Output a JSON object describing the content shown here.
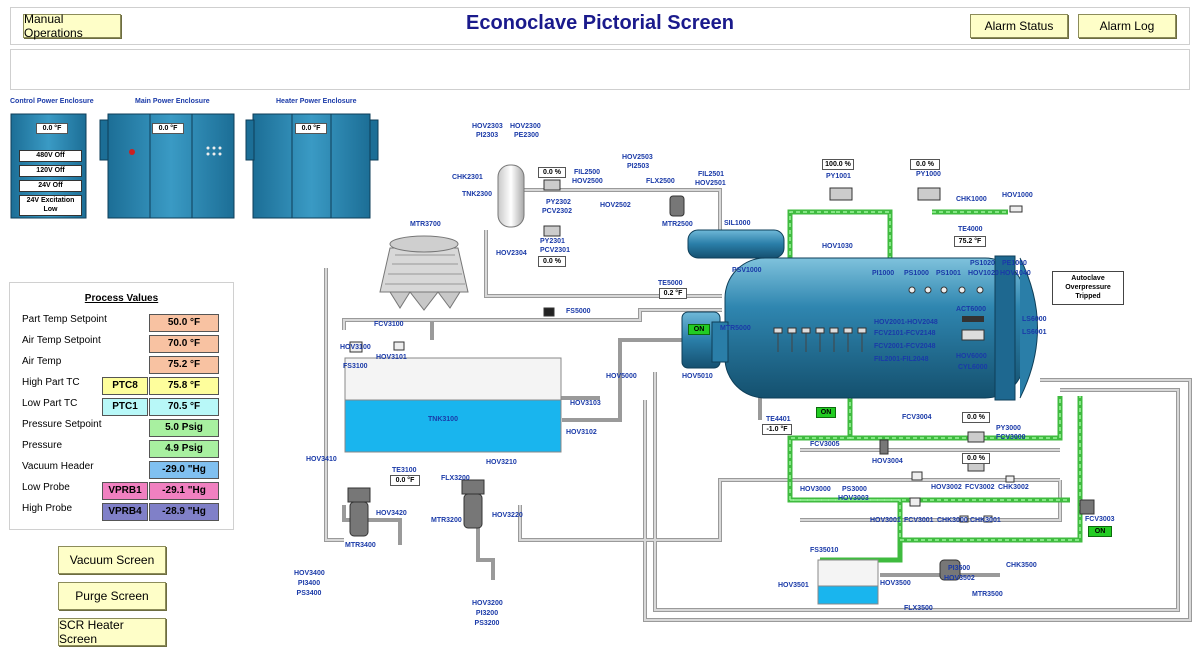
{
  "header": {
    "title": "Econoclave Pictorial Screen",
    "manual_ops": "Manual Operations",
    "alarm_status": "Alarm Status",
    "alarm_log": "Alarm Log"
  },
  "enclosures": {
    "control": {
      "title": "Control Power Enclosure",
      "temp": "0.0 °F",
      "status": [
        "480V Off",
        "120V Off",
        "24V Off",
        "24V Excitation Low"
      ]
    },
    "main": {
      "title": "Main Power Enclosure",
      "temp": "0.0 °F"
    },
    "heater": {
      "title": "Heater Power Enclosure",
      "temp": "0.0 °F"
    }
  },
  "process_values": {
    "title": "Process Values",
    "rows": [
      {
        "label": "Part Temp Setpoint",
        "value": "50.0 °F",
        "color": "#f8c2a2"
      },
      {
        "label": "Air Temp Setpoint",
        "value": "70.0 °F",
        "color": "#f8c2a2"
      },
      {
        "label": "Air Temp",
        "value": "75.2 °F",
        "color": "#f8c2a2"
      },
      {
        "label": "High Part TC",
        "tag": "PTC8",
        "tag_color": "#fefe9c",
        "value": "75.8 °F",
        "color": "#fefe9c"
      },
      {
        "label": "Low Part TC",
        "tag": "PTC1",
        "tag_color": "#b8f8f8",
        "value": "70.5 °F",
        "color": "#b8f8f8"
      },
      {
        "label": "Pressure Setpoint",
        "value": "5.0 Psig",
        "color": "#a8f0a0"
      },
      {
        "label": "Pressure",
        "value": "4.9 Psig",
        "color": "#a8f0a0"
      },
      {
        "label": "Vacuum Header",
        "value": "-29.0 \"Hg",
        "color": "#80c0f0"
      },
      {
        "label": "Low Probe",
        "tag": "VPRB1",
        "tag_color": "#f080c0",
        "value": "-29.1 \"Hg",
        "color": "#f080c0"
      },
      {
        "label": "High Probe",
        "tag": "VPRB4",
        "tag_color": "#8080c8",
        "value": "-28.9 \"Hg",
        "color": "#8080c8"
      }
    ]
  },
  "nav": {
    "vacuum": "Vacuum Screen",
    "purge": "Purge Screen",
    "scr": "SCR Heater Screen"
  },
  "notice": "Autoclave Overpressure Tripped",
  "readouts": {
    "te3100": "0.0 °F",
    "te5000": "0.2 °F",
    "te4000": "75.2 °F",
    "te4401": "-1.0 °F",
    "pcv2301": "0.0 %",
    "pcv2302": "0.0 %",
    "py1001": "100.0 %",
    "py1000": "0.0 %",
    "py3000": "0.0 %",
    "fcv3002": "0.0 %",
    "on": "ON"
  },
  "tags": {
    "hov2303": "HOV2303",
    "pi2303": "PI2303",
    "hov2300": "HOV2300",
    "pe2300": "PE2300",
    "chk2301": "CHK2301",
    "tnk2300": "TNK2300",
    "py2302": "PY2302",
    "pcv2302": "PCV2302",
    "py2301": "PY2301",
    "pcv2301": "PCV2301",
    "hov2304": "HOV2304",
    "fil2500": "FIL2500",
    "hov2500": "HOV2500",
    "hov2503": "HOV2503",
    "pi2503": "PI2503",
    "flx2500": "FLX2500",
    "hov2502": "HOV2502",
    "fil2501": "FIL2501",
    "hov2501": "HOV2501",
    "mtr2500": "MTR2500",
    "sil1000": "SIL1000",
    "py1001": "PY1001",
    "py1000": "PY1000",
    "chk1000": "CHK1000",
    "hov1000": "HOV1000",
    "hov1030": "HOV1030",
    "te4000": "TE4000",
    "psv1000": "PSV1000",
    "mtr3700": "MTR3700",
    "te5000": "TE5000",
    "fs5000": "FS5000",
    "mtr5000": "MTR5000",
    "hov5000": "HOV5000",
    "hov5010": "HOV5010",
    "pi1000": "PI1000",
    "ps1000": "PS1000",
    "ps1001": "PS1001",
    "ps1020": "PS1020",
    "pe1000": "PE1000",
    "hov1020": "HOV1020",
    "hov1040": "HOV1040",
    "act6000": "ACT6000",
    "ls6000": "LS6000",
    "ls6001": "LS6001",
    "hov2001": "HOV2001-HOV2048",
    "fcv2101": "FCV2101-FCV2148",
    "fcv2001": "FCV2001-FCV2048",
    "fil2001": "FIL2001-FIL2048",
    "hov6000": "HOV6000",
    "cyl6000": "CYL6000",
    "fcv3100": "FCV3100",
    "hov3100": "HOV3100",
    "hov3101": "HOV3101",
    "fs3100": "FS3100",
    "tnk3100": "TNK3100",
    "hov3103": "HOV3103",
    "hov3102": "HOV3102",
    "te3100": "TE3100",
    "hov3410": "HOV3410",
    "hov3210": "HOV3210",
    "flx3200": "FLX3200",
    "hov3420": "HOV3420",
    "mtr3200": "MTR3200",
    "hov3220": "HOV3220",
    "mtr3400": "MTR3400",
    "hov3400": "HOV3400",
    "pi3400": "PI3400",
    "ps3400": "PS3400",
    "hov3200": "HOV3200",
    "pi3200": "PI3200",
    "ps3200": "PS3200",
    "te4401": "TE4401",
    "fcv3005": "FCV3005",
    "fcv3004": "FCV3004",
    "hov3004": "HOV3004",
    "py3000": "PY3000",
    "fcv3000": "FCV3000",
    "hov3000": "HOV3000",
    "ps3000": "PS3000",
    "hov3003": "HOV3003",
    "hov3002": "HOV3002",
    "fcv3002": "FCV3002",
    "chk3002": "CHK3002",
    "hov3001": "HOV3001",
    "fcv3001": "FCV3001",
    "chk3000": "CHK3000",
    "chk3001": "CHK3001",
    "fcv3003": "FCV3003",
    "fs35010": "FS35010",
    "hov3501": "HOV3501",
    "hov3500": "HOV3500",
    "pi3500": "PI3500",
    "hov3502": "HOV3502",
    "chk3500": "CHK3500",
    "mtr3500": "MTR3500",
    "flx3500": "FLX3500"
  }
}
